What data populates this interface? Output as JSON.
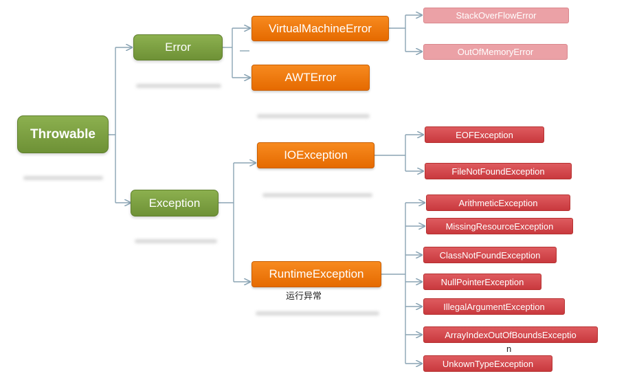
{
  "nodes": {
    "throwable": "Throwable",
    "error": "Error",
    "exception": "Exception",
    "virtual_machine_error": "VirtualMachineError",
    "awt_error": "AWTError",
    "io_exception": "IOException",
    "runtime_exception": "RuntimeException",
    "stack_overflow_error": "StackOverFlowError",
    "out_of_memory_error": "OutOfMemoryError",
    "eof_exception": "EOFException",
    "file_not_found_exception": "FileNotFoundException",
    "arithmetic_exception": "ArithmeticException",
    "missing_resource_exception": "MissingResourceException",
    "class_not_found_exception": "ClassNotFoundException",
    "null_pointer_exception": "NullPointerException",
    "illegal_argument_exception": "IllegalArgumentException",
    "array_index_out_of_bounds_exception": "ArrayIndexOutOfBoundsExceptio",
    "unknown_type_exception": "UnkownTypeException"
  },
  "notes": {
    "runtime_caption": "运行异常",
    "wrap_overflow": "n"
  },
  "colors": {
    "level0": "#78993f",
    "level1": "#78993f",
    "level2": "#ef7a0a",
    "error_leaves": "#eba1a6",
    "exception_leaves": "#d44a4f",
    "connector": "#8aa4b4"
  }
}
